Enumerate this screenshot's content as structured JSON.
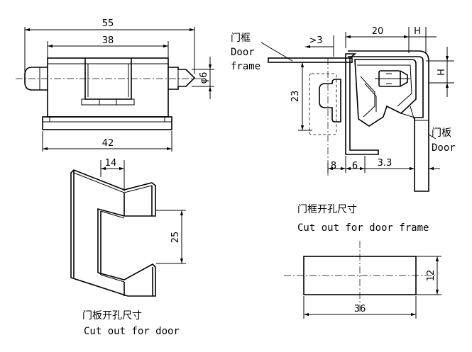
{
  "front_view": {
    "dim_overall": "55",
    "dim_body": "38",
    "dim_base": "42",
    "dim_pin": "φ6"
  },
  "side_view": {
    "dim_depth": "20",
    "dim_h1": "H",
    "dim_h2": "H",
    "dim_gap": ">3",
    "dim_height": "23",
    "dim_a": "8",
    "dim_b": "6",
    "dim_c": "3.3",
    "door_frame_cn": "门框",
    "door_frame_en_1": "Door",
    "door_frame_en_2": "frame",
    "door_cn": "门板",
    "door_en": "Door"
  },
  "door_cutout": {
    "dim_width": "14",
    "dim_height": "25",
    "title_cn": "门板开孔尺寸",
    "title_en": "Cut out for door"
  },
  "frame_cutout": {
    "title_cn": "门框开孔尺寸",
    "title_en": "Cut out for door frame",
    "dim_width": "36",
    "dim_height": "12"
  }
}
